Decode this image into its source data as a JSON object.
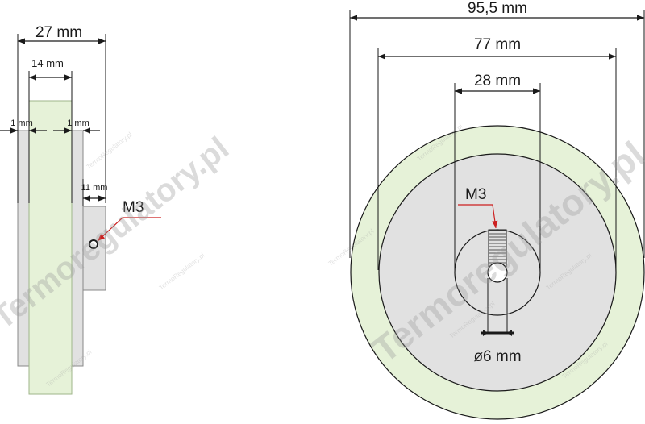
{
  "side_view": {
    "overall_width": "27 mm",
    "tire_width": "14 mm",
    "left_gap": "1 mm",
    "right_gap": "1 mm",
    "hub_width": "11 mm",
    "screw_label": "M3"
  },
  "front_view": {
    "outer_diameter": "95,5 mm",
    "rim_diameter": "77 mm",
    "hub_diameter": "28 mm",
    "screw_label": "M3",
    "bore_diameter": "ø6 mm"
  },
  "watermark": {
    "big_text": "Termoregulatory.pl",
    "small_text": "TermoRegulatory.pl"
  },
  "colors": {
    "tire": "#e6f2d8",
    "disc": "#e1e1e1",
    "outline": "#1a1a1a",
    "leader": "#cc1f1f"
  }
}
